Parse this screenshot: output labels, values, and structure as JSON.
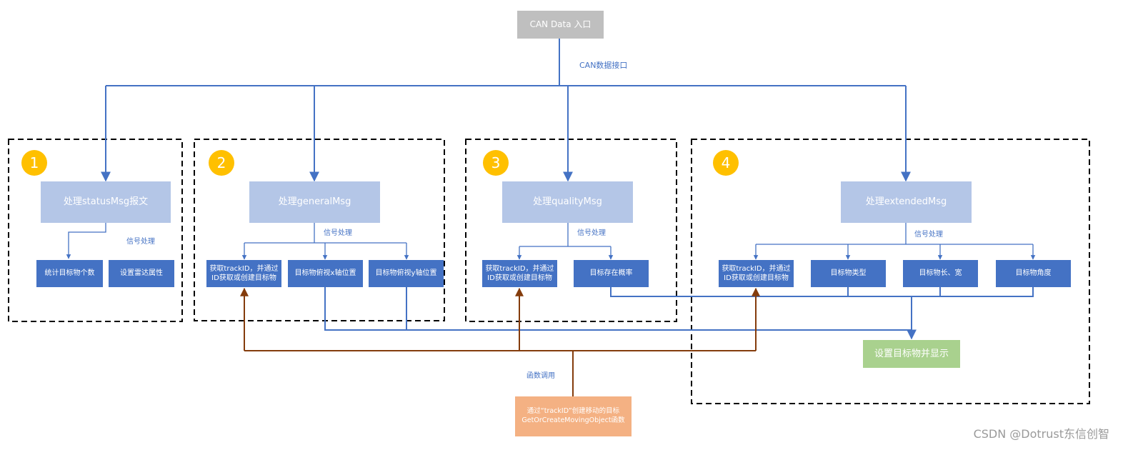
{
  "entry": {
    "label": "CAN Data 入口"
  },
  "interface_label": "CAN数据接口",
  "groups": [
    {
      "number": "1",
      "header": "处理statusMsg报文",
      "signal_label": "信号处理",
      "leaves": [
        "统计目标物个数",
        "设置雷达属性"
      ]
    },
    {
      "number": "2",
      "header": "处理generalMsg",
      "signal_label": "信号处理",
      "leaves": [
        "获取trackID，并通过ID获取或创建目标物",
        "目标物俯视x轴位置",
        "目标物俯视y轴位置"
      ]
    },
    {
      "number": "3",
      "header": "处理qualityMsg",
      "signal_label": "信号处理",
      "leaves": [
        "获取trackID，并通过ID获取或创建目标物",
        "目标存在概率"
      ]
    },
    {
      "number": "4",
      "header": "处理extendedMsg",
      "signal_label": "信号处理",
      "leaves": [
        "获取trackID，并通过ID获取或创建目标物",
        "目标物类型",
        "目标物长、宽",
        "目标物角度"
      ]
    }
  ],
  "result": {
    "label": "设置目标物并显示"
  },
  "function_call_label": "函数调用",
  "function": {
    "line1": "通过“trackID”创建移动的目标",
    "line2": "GetOrCreateMovingObject函数"
  },
  "watermark": "CSDN @Dotrust东信创智",
  "colors": {
    "flow": "#4472c4",
    "call": "#843c0c",
    "badge": "#ffc000",
    "header": "#b4c6e7",
    "leaf": "#4472c4",
    "result": "#a9d18e",
    "function": "#f4b183",
    "entry": "#bfbfbf"
  }
}
